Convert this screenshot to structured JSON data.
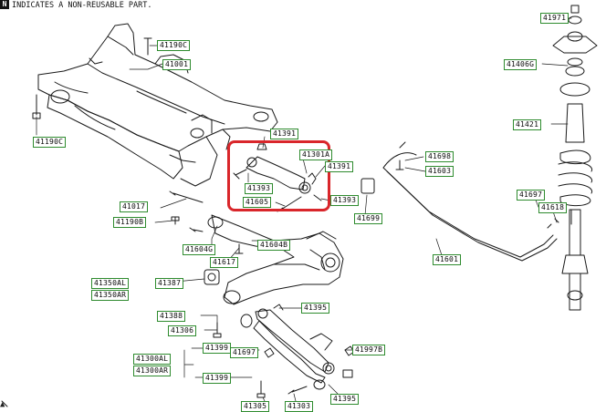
{
  "header": {
    "badge": "N",
    "text": "INDICATES A NON-REUSABLE PART."
  },
  "corner_mark": "▲",
  "highlight_color": "#d9262b",
  "label_border_color": "#2e8b2e",
  "part_labels": [
    {
      "id": "41190c-top",
      "text": "41190C"
    },
    {
      "id": "41001",
      "text": "41001"
    },
    {
      "id": "41190c-left",
      "text": "41190C"
    },
    {
      "id": "41017",
      "text": "41017"
    },
    {
      "id": "41190b",
      "text": "41190B"
    },
    {
      "id": "41604g",
      "text": "41604G"
    },
    {
      "id": "41617",
      "text": "41617"
    },
    {
      "id": "41604b",
      "text": "41604B"
    },
    {
      "id": "41391-top",
      "text": "41391"
    },
    {
      "id": "41301a",
      "text": "41301A"
    },
    {
      "id": "41391-right",
      "text": "41391"
    },
    {
      "id": "41393-left",
      "text": "41393"
    },
    {
      "id": "41605",
      "text": "41605"
    },
    {
      "id": "41393-right",
      "text": "41393"
    },
    {
      "id": "41350al",
      "text": "41350AL"
    },
    {
      "id": "41350ar",
      "text": "41350AR"
    },
    {
      "id": "41387",
      "text": "41387"
    },
    {
      "id": "41388",
      "text": "41388"
    },
    {
      "id": "41395-top",
      "text": "41395"
    },
    {
      "id": "41306",
      "text": "41306"
    },
    {
      "id": "41399-top",
      "text": "41399"
    },
    {
      "id": "41697-bottom",
      "text": "41697"
    },
    {
      "id": "41997b",
      "text": "41997B"
    },
    {
      "id": "41300al",
      "text": "41300AL"
    },
    {
      "id": "41300ar",
      "text": "41300AR"
    },
    {
      "id": "41399-bottom",
      "text": "41399"
    },
    {
      "id": "41395-bottom",
      "text": "41395"
    },
    {
      "id": "41305",
      "text": "41305"
    },
    {
      "id": "41303",
      "text": "41303"
    },
    {
      "id": "41698",
      "text": "41698"
    },
    {
      "id": "41603",
      "text": "41603"
    },
    {
      "id": "41699",
      "text": "41699"
    },
    {
      "id": "41601",
      "text": "41601"
    },
    {
      "id": "41697-right",
      "text": "41697"
    },
    {
      "id": "41618",
      "text": "41618"
    },
    {
      "id": "41971",
      "text": "41971"
    },
    {
      "id": "41406g",
      "text": "41406G"
    },
    {
      "id": "41421",
      "text": "41421"
    }
  ]
}
